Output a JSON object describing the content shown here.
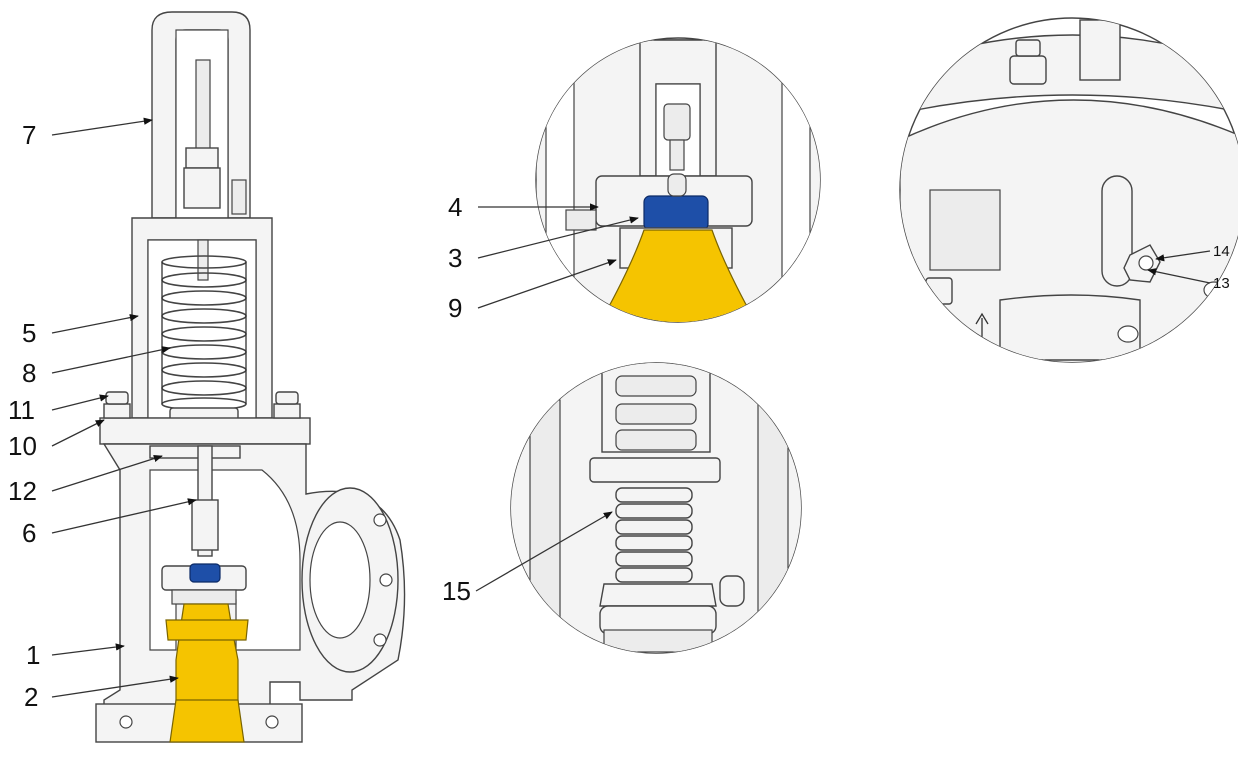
{
  "colors": {
    "stroke": "#444444",
    "metal_fill": "#f4f4f4",
    "highlight_yellow": "#f5c400",
    "highlight_blue": "#1e4fa8",
    "background": "#ffffff"
  },
  "callouts": {
    "c1": "1",
    "c2": "2",
    "c3": "3",
    "c4": "4",
    "c5": "5",
    "c6": "6",
    "c7": "7",
    "c8": "8",
    "c9": "9",
    "c10": "10",
    "c11": "11",
    "c12": "12",
    "c13": "13",
    "c14": "14",
    "c15": "15"
  }
}
